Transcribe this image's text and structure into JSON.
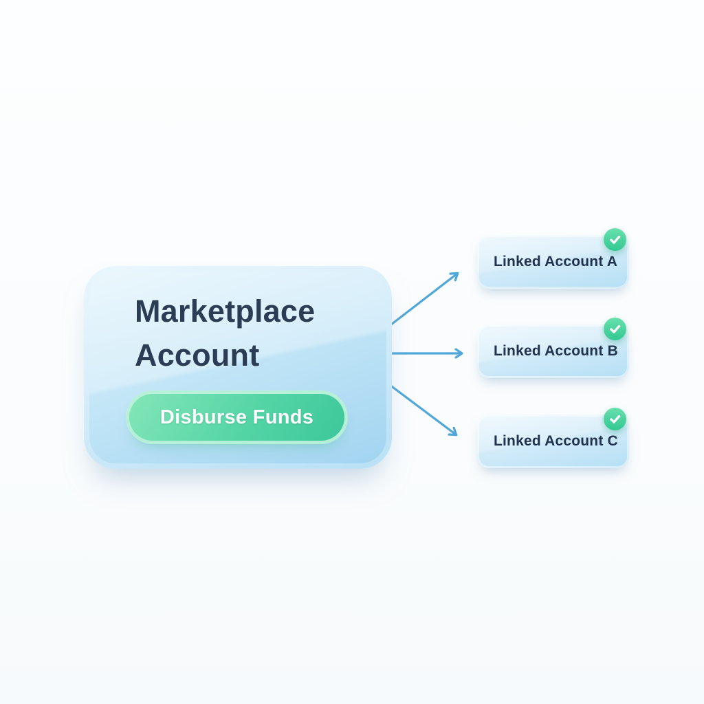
{
  "source": {
    "title": "Marketplace Account",
    "button_label": "Disburse Funds"
  },
  "targets": [
    {
      "label": "Linked Account A",
      "status": "verified",
      "status_icon": "check-icon"
    },
    {
      "label": "Linked Account B",
      "status": "verified",
      "status_icon": "check-icon"
    },
    {
      "label": "Linked Account C",
      "status": "verified",
      "status_icon": "check-icon"
    }
  ],
  "connections": [
    {
      "from": "Marketplace Account",
      "to": "Linked Account A"
    },
    {
      "from": "Marketplace Account",
      "to": "Linked Account B"
    },
    {
      "from": "Marketplace Account",
      "to": "Linked Account C"
    }
  ],
  "colors": {
    "background": "#FBFCFE",
    "card_blue_light": "#D9EFFA",
    "card_blue_deep": "#A2D4F0",
    "title_navy": "#2B3C55",
    "linked_label_navy": "#20324E",
    "button_green_light": "#84E6B8",
    "button_green_deep": "#3CC79A",
    "button_ring_mint": "#B7F0D7",
    "button_text": "#FFFFFF",
    "badge_green_light": "#68E0AE",
    "badge_green_deep": "#32C892",
    "arrow_blue": "#4FA6DA"
  }
}
